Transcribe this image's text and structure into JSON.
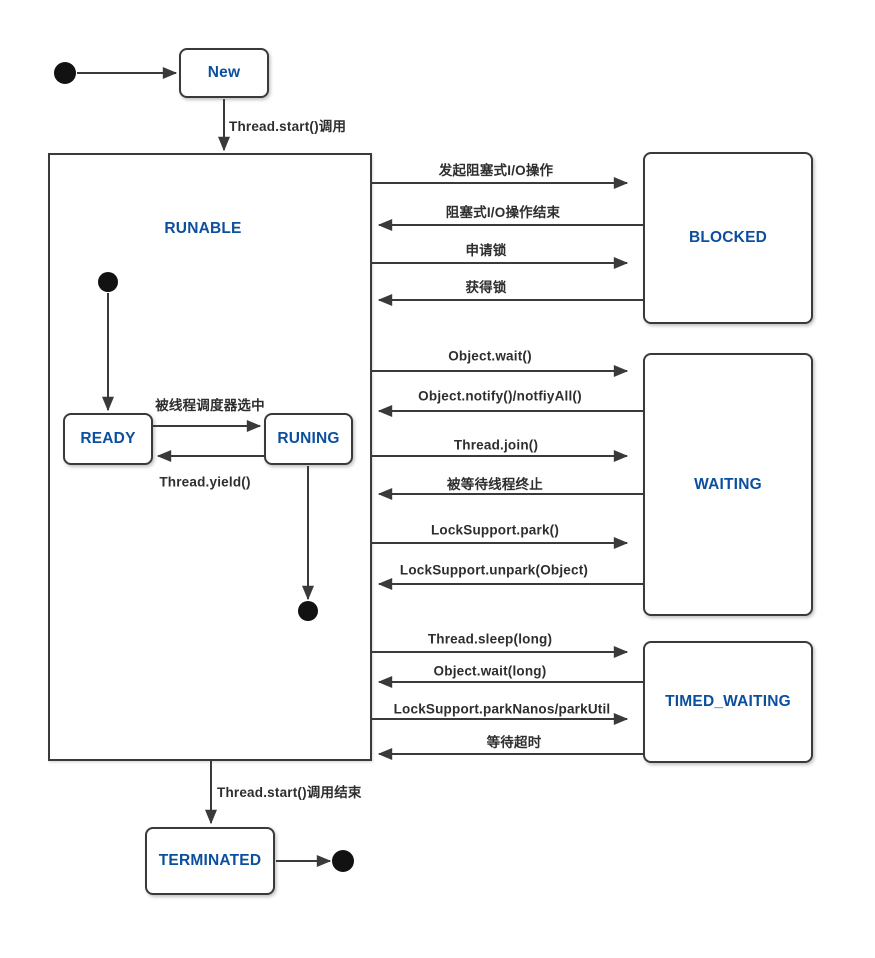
{
  "colors": {
    "state_label": "#0b4f9e",
    "line": "#3a3a3a",
    "transition_label": "#2e2e2e",
    "background": "#ffffff"
  },
  "states": {
    "new": {
      "label": "New"
    },
    "runnable": {
      "label": "RUNABLE"
    },
    "ready": {
      "label": "READY"
    },
    "runing": {
      "label": "RUNING"
    },
    "blocked": {
      "label": "BLOCKED"
    },
    "waiting": {
      "label": "WAITING"
    },
    "timed_waiting": {
      "label": "TIMED_WAITING"
    },
    "terminated": {
      "label": "TERMINATED"
    }
  },
  "transitions": {
    "new_to_runnable": {
      "label": "Thread.start()调用"
    },
    "runnable_to_blocked_io": {
      "label": "发起阻塞式I/O操作"
    },
    "blocked_to_runnable_io": {
      "label": "阻塞式I/O操作结束"
    },
    "runnable_to_blocked_lock": {
      "label": "申请锁"
    },
    "blocked_to_runnable_lock": {
      "label": "获得锁"
    },
    "ready_to_runing": {
      "label": "被线程调度器选中"
    },
    "runing_to_ready": {
      "label": "Thread.yield()"
    },
    "runnable_to_waiting_wait": {
      "label": "Object.wait()"
    },
    "waiting_to_runnable_notify": {
      "label": "Object.notify()/notfiyAll()"
    },
    "runnable_to_waiting_join": {
      "label": "Thread.join()"
    },
    "waiting_to_runnable_terminated": {
      "label": "被等待线程终止"
    },
    "runnable_to_waiting_park": {
      "label": "LockSupport.park()"
    },
    "waiting_to_runnable_unpark": {
      "label": "LockSupport.unpark(Object)"
    },
    "runnable_to_timed_sleep": {
      "label": "Thread.sleep(long)"
    },
    "timed_to_runnable_wait": {
      "label": "Object.wait(long)"
    },
    "runnable_to_timed_parknanos": {
      "label": "LockSupport.parkNanos/parkUtil"
    },
    "timed_to_runnable_timeout": {
      "label": "等待超时"
    },
    "runnable_to_terminated": {
      "label": "Thread.start()调用结束"
    }
  }
}
